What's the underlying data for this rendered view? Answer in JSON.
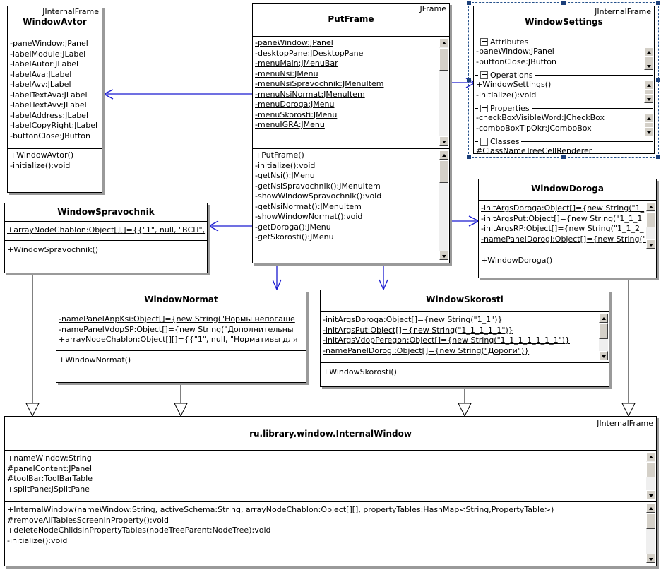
{
  "diagram": {
    "type": "uml-class-diagram",
    "classes": [
      {
        "id": "WindowAvtor",
        "stereotype": "JInternalFrame",
        "name": "WindowAvtor",
        "attributes": [
          "-paneWindow:JPanel",
          "-labelModule:JLabel",
          "-labelAutor:JLabel",
          "-labelAva:JLabel",
          "-labelAvv:JLabel",
          "-labelTextAva:JLabel",
          "-labelTextAvv:JLabel",
          "-labelAddress:JLabel",
          "-labelCopyRight:JLabel",
          "-buttonClose:JButton"
        ],
        "operations": [
          "+WindowAvtor()",
          "-initialize():void"
        ]
      },
      {
        "id": "PutFrame",
        "stereotype": "JFrame",
        "name": "PutFrame",
        "attributes": [
          "-paneWindow:JPanel",
          "-desktopPane:JDesktopPane",
          "-menuMain:JMenuBar",
          "-menuNsi:JMenu",
          "-menuNsiSpravochnik:JMenuItem",
          "-menuNsiNormat:JMenuItem",
          "-menuDoroga:JMenu",
          "-menuSkorosti:JMenu",
          "-menuIGRA:JMenu"
        ],
        "operations": [
          "+PutFrame()",
          "-initialize():void",
          "-getNsi():JMenu",
          "-getNsiSpravochnik():JMenuItem",
          "-showWindowSpravochnik():void",
          "-getNsiNormat():JMenuItem",
          "-showWindowNormat():void",
          "-getDoroga():JMenu",
          "-getSkorosti():JMenu"
        ]
      },
      {
        "id": "WindowSettings",
        "stereotype": "JInternalFrame",
        "name": "WindowSettings",
        "selected": true,
        "groups": [
          {
            "label": "Attributes",
            "rows": [
              "-paneWindow:JPanel",
              "-buttonClose:JButton"
            ]
          },
          {
            "label": "Operations",
            "rows": [
              "+WindowSettings()",
              "-initialize():void"
            ]
          },
          {
            "label": "Properties",
            "rows": [
              "-checkBoxVisibleWord:JCheckBox",
              "-comboBoxTipOkr:JComboBox"
            ]
          },
          {
            "label": "Classes",
            "rows": [
              "#ClassNameTreeCellRenderer"
            ]
          }
        ]
      },
      {
        "id": "WindowSpravochnik",
        "name": "WindowSpravochnik",
        "attributes": [
          "+arrayNodeChablon:Object[][]={{\"1\", null, \"ВСП\","
        ],
        "operations": [
          "+WindowSpravochnik()"
        ]
      },
      {
        "id": "WindowDoroga",
        "name": "WindowDoroga",
        "attributes": [
          "-initArgsDoroga:Object[]={new String(\"1_",
          "-initArgsPut:Object[]={new String(\"1_1_1",
          "-initArgsRP:Object[]={new String(\"1_1_2_",
          "-namePanelDorogi:Object[]={new String(\""
        ],
        "operations": [
          "+WindowDoroga()"
        ]
      },
      {
        "id": "WindowNormat",
        "name": "WindowNormat",
        "attributes": [
          "-namePanelAnpKsi:Object[]={new String(\"Нормы непогаше",
          "-namePanelVdopSP:Object[]={new String(\"Дополнительны",
          "+arrayNodeChablon:Object[][]={{\"1\", null, \"Нормативы для"
        ],
        "operations": [
          "+WindowNormat()"
        ]
      },
      {
        "id": "WindowSkorosti",
        "name": "WindowSkorosti",
        "attributes": [
          "-initArgsDoroga:Object[]={new String(\"1_1\")}",
          "-initArgsPut:Object[]={new String(\"1_1_1_1_1\")}",
          "-initArgsVdopPeregon:Object[]={new String(\"1_1_1_1_1_1_1\")}",
          "-namePanelDorogi:Object[]={new String(\"Дороги\")}"
        ],
        "operations": [
          "+WindowSkorosti()"
        ]
      },
      {
        "id": "InternalWindow",
        "stereotype": "JInternalFrame",
        "name": "ru.library.window.InternalWindow",
        "attributes": [
          "+nameWindow:String",
          "#panelContent:JPanel",
          "#toolBar:ToolBarTable",
          "+splitPane:JSplitPane"
        ],
        "operations": [
          "+InternalWindow(nameWindow:String, activeSchema:String, arrayNodeChablon:Object[][], propertyTables:HashMap<String,PropertyTable>)",
          "#removeAllTablesScreenInProperty():void",
          "+deleteNodeChildsInPropertyTables(nodeTreeParent:NodeTree):void",
          "-initialize():void"
        ]
      }
    ],
    "colors": {
      "association": "#1a1ad0",
      "generalization": "#000000",
      "selection": "#26528c",
      "box_border": "#000000",
      "shadow": "#9a9a9a",
      "scrollbar_face": "#d4d0c8"
    },
    "icons": {
      "scroll_up": "scroll-up-arrow",
      "scroll_down": "scroll-down-arrow",
      "group_collapse": "collapse-minus-box"
    }
  }
}
